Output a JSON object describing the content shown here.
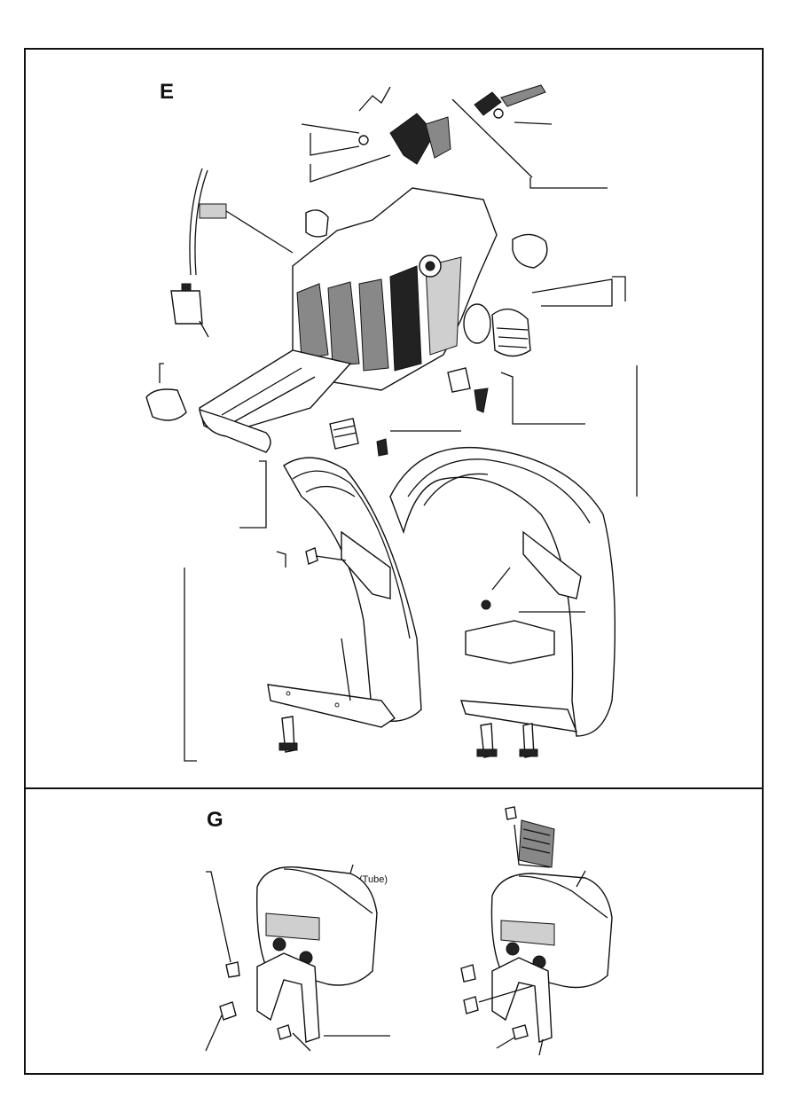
{
  "sections": [
    {
      "id": "E",
      "label": "E"
    },
    {
      "id": "G",
      "label": "G"
    }
  ],
  "annotations": {
    "tube": "(Tube)"
  },
  "colors": {
    "ink": "#111111",
    "paper": "#ffffff"
  }
}
